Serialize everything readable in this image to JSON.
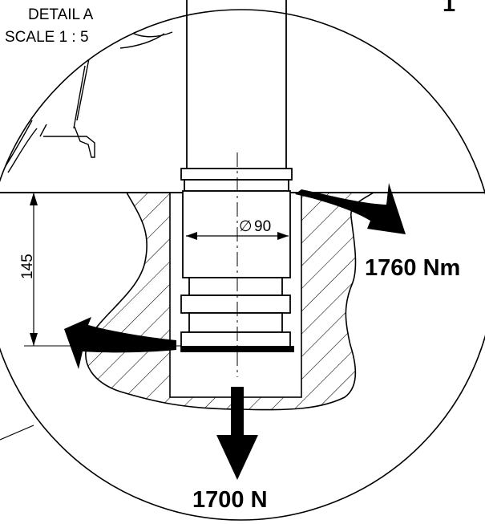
{
  "detail": {
    "title_line1": "DETAIL A",
    "title_line2": "SCALE 1 : 5",
    "corner_text": "1"
  },
  "dimensions": {
    "diameter_symbol": "∅",
    "diameter_value": "90",
    "depth_value": "145"
  },
  "loads": {
    "moment_label": "1760 Nm",
    "force_label": "1700 N"
  },
  "colors": {
    "line": "#000000",
    "background": "#ffffff"
  }
}
